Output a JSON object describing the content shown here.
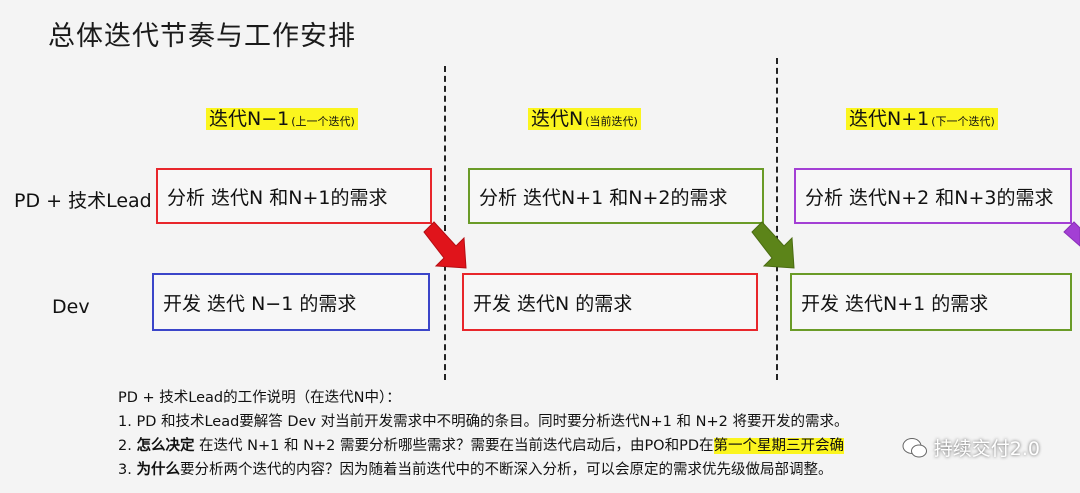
{
  "title": "总体迭代节奏与工作安排",
  "iterations": [
    {
      "label": "迭代N−1",
      "sub": "(上一个迭代)"
    },
    {
      "label": "迭代N",
      "sub": "(当前迭代)"
    },
    {
      "label": "迭代N+1",
      "sub": "(下一个迭代)"
    }
  ],
  "roles": {
    "pd": "PD + 技术Lead",
    "dev": "Dev"
  },
  "pd_boxes": [
    {
      "text": "分析 迭代N 和N+1的需求",
      "color": "#e8262b"
    },
    {
      "text": "分析 迭代N+1 和N+2的需求",
      "color": "#6a9b27"
    },
    {
      "text": "分析 迭代N+2 和N+3的需求",
      "color": "#a33fd4"
    }
  ],
  "dev_boxes": [
    {
      "text": "开发 迭代 N−1 的需求",
      "color": "#3b45c9"
    },
    {
      "text": "开发 迭代N 的需求",
      "color": "#e8262b"
    },
    {
      "text": "开发 迭代N+1 的需求",
      "color": "#6a9b27"
    }
  ],
  "notes": {
    "heading": "PD + 技术Lead的工作说明（在迭代N中）：",
    "l1": "1. PD 和技术Lead要解答 Dev 对当前开发需求中不明确的条目。同时要分析迭代N+1 和 N+2 将要开发的需求。",
    "l2_pre": "2. ",
    "l2_bold": "怎么决定",
    "l2_mid": " 在迭代 N+1 和 N+2 需要分析哪些需求？需要在当前迭代启动后，由PO和PD在",
    "l2_hl": "第一个星期三开",
    "l2_end": "会确",
    "l3_pre": "3. ",
    "l3_bold": "为什么",
    "l3_rest": "要分析两个迭代的内容？因为随着当前迭代中的不断深入分析，可以会原定的需求优先级做局部调整。"
  },
  "watermark": "持续交付2.0",
  "colors": {
    "highlight": "#fbf51e",
    "red": "#e8262b",
    "green": "#6a9b27",
    "purple": "#a33fd4",
    "blue": "#3b45c9"
  }
}
